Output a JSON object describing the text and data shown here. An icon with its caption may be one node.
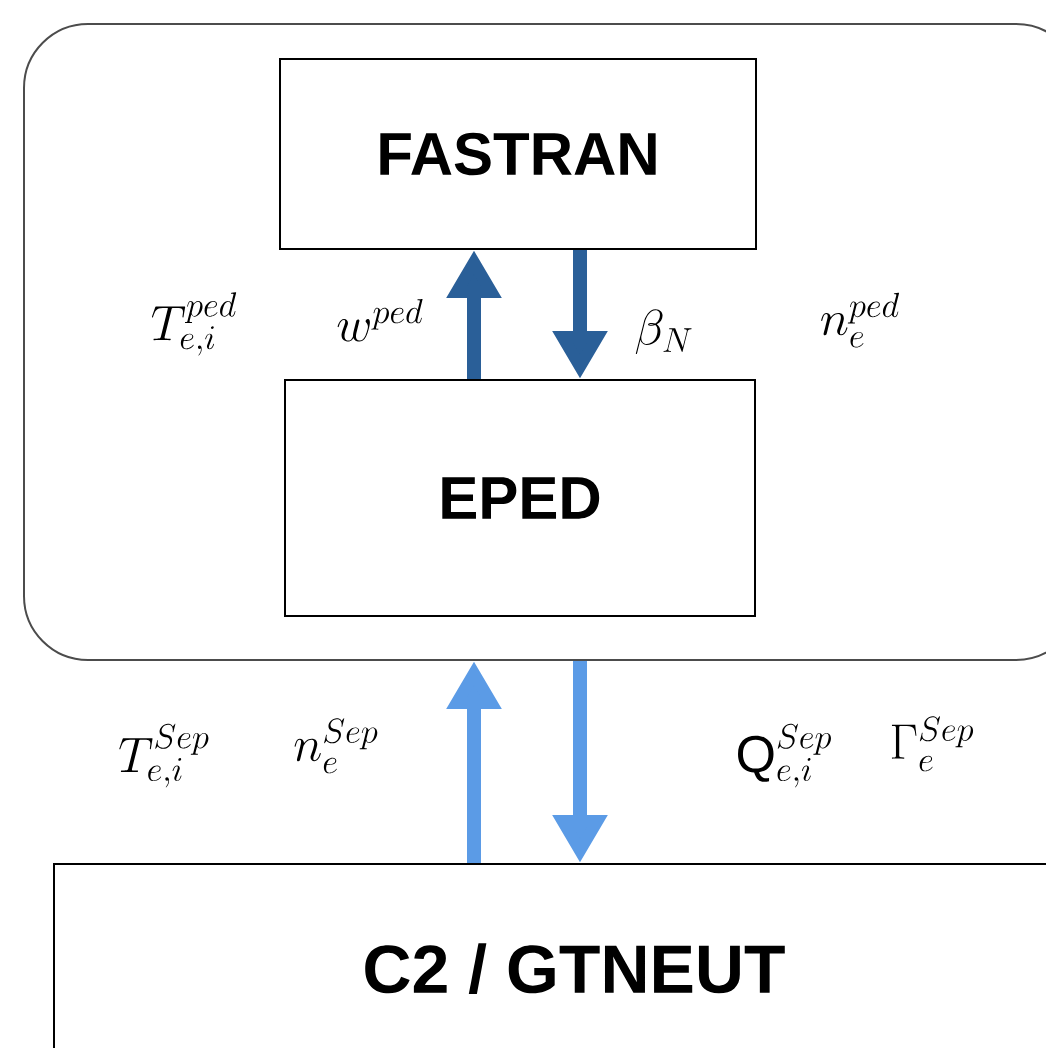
{
  "diagram": {
    "nodes": [
      {
        "text": [],
        "shape": "box"
      },
      {
        "text": [
          "FASTRAN"
        ],
        "in": 0
      },
      {
        "text": [
          "EPED"
        ],
        "in": 0
      },
      {
        "text": [
          "C2 / GTNEUT"
        ]
      }
    ],
    "edges": [
      {
        "from": 2,
        "to": 1,
        "arrow": "to"
      },
      {
        "from": 1,
        "to": 2,
        "arrow": "to"
      },
      {
        "from": 3,
        "to": 0,
        "arrow": "to",
        "color": "#5b9be6"
      },
      {
        "from": 0,
        "to": 3,
        "arrow": "to",
        "color": "#5b9be6"
      }
    ],
    "labels": [
      "T_{e,i}^{ped}",
      "w^{ped}",
      "\\beta_N",
      "n_e^{ped}",
      "T_{e,i}^{Sep}",
      "n_e^{Sep}",
      "\\mathrm{Q}_{e,i}^{Sep}",
      "\\Gamma_e^{Sep}"
    ]
  }
}
